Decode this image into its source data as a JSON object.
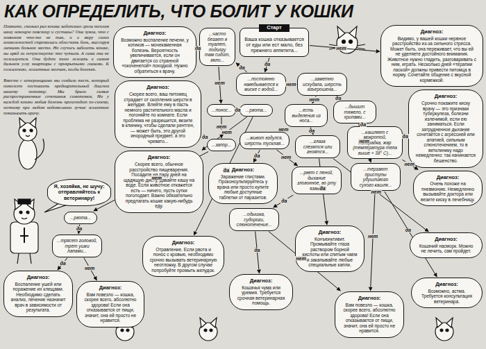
{
  "diagram": {
    "title": "КАК ОПРЕДЕЛИТЬ, ЧТО БОЛИТ У КОШКИ",
    "nodes": [
      {
        "text": [
          "Старт",
          "Ваша кошка отказывается от еды или ест мало, без прежнего аппетита..."
        ]
      },
      {
        "text": [
          "Диагноз:",
          "Возможно воспаление печени, у котиков — мочекаменная болезнь. Вероятность увеличивается, если он двигается со странной «окоченелой» походкой. Нужно обратиться к врачу."
        ]
      },
      {
        "text": [
          "Диагноз:",
          "Видимо, у вашей кошки нервное расстройство из-за сильного стресса. Может быть, она переживает, что вы ей не уделяете достойного внимания. Животное нужно гладить, разговаривать с ним, играть. Несколько дней «терапии лаской» должны привести питомца в норму. Сочетайте общение с вкусной кормежкой."
        ]
      },
      {
        "text": [
          "...часто бегает в туалет, подолгу там сидит, вяло..."
        ]
      },
      {
        "text": [
          "...постоянно наведывается к миске с водой..."
        ]
      },
      {
        "text": [
          "...заметно исхудала, шерсть взъерошена..."
        ]
      },
      {
        "text": [
          "...есть выделения из носа..."
        ]
      },
      {
        "text": [
          "...дышит тяжело, с хрипами..."
        ]
      },
      {
        "text": [
          "Диагноз:",
          "Скорее всего, ваш питомец страдает от скопления шерсти в желудке. Влейте ему в пасть немного растительного масла и погоняйте по комнате. Если проблема не разрешится, везите в клинику, чтобы сделали рентген, — может быть, это другой инородный предмет, а это чревато..."
        ]
      },
      {
        "text": [
          "...понос..."
        ]
      },
      {
        "text": [
          "...рвота..."
        ]
      },
      {
        "text": [
          "...кашляет с мокротой, лихорадка, жар (температура тела выше + 38° С)..."
        ]
      },
      {
        "text": [
          "Диагноз:",
          "Срочно покажите киску врачу — это признаки туберкулеза, болезни излечимой, если ею заниматься. Если затрудненное дыхание сочетается с агрессией или апатией, сильным слюнотечением, то в ветклинику надо немедленно: так начинается бешенство."
        ]
      },
      {
        "text": [
          "...живот вздулся, шерсть тусклая..."
        ]
      },
      {
        "text": [
          "...глаза слезятся или гноятся..."
        ]
      },
      {
        "text": [
          "...запор..."
        ]
      },
      {
        "text": [
          "...терзают приступы удушливого сухого кашля..."
        ]
      },
      {
        "text": [
          "Диагноз:",
          "Скорее всего, обычное расстройство пищеварения. Посадите на пару дней на щадящую диету, давайте кашу на воде. Если животное откажется есть — ничего, пусть сутки поголодает. Важно обязательно предлагать кошке какую-нибудь еду."
        ]
      },
      {
        "text": [
          "Диагноз:",
          "Заражение глистами. Проконсультируйтесь у врача или просто купите любые доступные таблетки от паразитов."
        ]
      },
      {
        "text": [
          "...рвет с пеной, дыхание зловонное, во рту язвы..."
        ]
      },
      {
        "text": [
          "Диагноз:",
          "Очень похоже на пневмонию. Немедленно вызывайте доктора или везите киску в лечебницу."
        ]
      },
      {
        "text": [
          "Я, хозяйка, не шучу: отправляйтесь к ветеринару!"
        ]
      },
      {
        "text": [
          "...рвота..."
        ]
      },
      {
        "text": [
          "...трясет головой, трет ушки лапами..."
        ]
      },
      {
        "text": [
          "Диагноз:",
          "Воспаление ушей или поражение их клещами. Необходимо сделать анализ, лечение назначит врач в зависимости от результата."
        ]
      },
      {
        "text": [
          "Диагноз:",
          "Вам повезло — кошка, скорее всего, абсолютно здорова! Если она отказывается от пищи, значит, она ей просто не нравится."
        ]
      },
      {
        "text": [
          "...одышка, судороги, слюнотечение..."
        ]
      },
      {
        "text": [
          "Диагноз:",
          "Отравление. Если рвота и понос с кровью, необходимо срочно вызывать ветеринарную неотложку. В другом случае попробуйте промыть желудок."
        ]
      },
      {
        "text": [
          "Диагноз:",
          "Кошачья чума или уремия. Требуется срочная ветеринарная помощь."
        ]
      },
      {
        "text": [
          "Диагноз:",
          "Конъюнктивит. Промывайте глаза раствором борной кислоты или спитым чаем и закапывайте любые специальные капли."
        ]
      },
      {
        "text": [
          "Диагноз:",
          "Вам повезло — кошка, скорее всего, абсолютно здорова! Если она отказывается от пищи, значит, она ей просто не нравится."
        ]
      },
      {
        "text": [
          "Диагноз:",
          "Кошачий насморк. Можно не лечить, сам пройдет."
        ]
      },
      {
        "text": [
          "Диагноз:",
          "Возможно, астма. Требуется консультация ветеринара."
        ]
      }
    ],
    "edges": [
      {
        "from": 0,
        "to": 4,
        "arrow": "to",
        "label": "да"
      },
      {
        "from": 0,
        "to": 2,
        "arrow": "to",
        "label": "нет"
      },
      {
        "from": 4,
        "to": 3,
        "arrow": "to",
        "label": "да"
      },
      {
        "from": 4,
        "to": 5,
        "arrow": "to",
        "label": "нет"
      },
      {
        "from": 3,
        "to": 1,
        "arrow": "to",
        "label": "да"
      },
      {
        "from": 3,
        "to": 9,
        "arrow": "to",
        "label": "нет"
      },
      {
        "from": 5,
        "to": 7,
        "arrow": "to",
        "label": "да"
      },
      {
        "from": 5,
        "to": 6,
        "arrow": "to",
        "label": "нет"
      },
      {
        "from": 7,
        "to": 11,
        "arrow": "to",
        "label": "да"
      },
      {
        "from": 7,
        "to": 16,
        "arrow": "to",
        "label": "нет"
      },
      {
        "from": 11,
        "to": 12,
        "arrow": "to",
        "label": "да"
      },
      {
        "from": 11,
        "to": 20,
        "arrow": "to",
        "label": "нет"
      },
      {
        "from": 6,
        "to": 14,
        "arrow": "to",
        "label": "да"
      },
      {
        "from": 6,
        "to": 13,
        "arrow": "to",
        "label": "нет"
      },
      {
        "from": 14,
        "to": 29,
        "arrow": "to",
        "label": "да"
      },
      {
        "from": 14,
        "to": 31,
        "arrow": "to",
        "label": "нет"
      },
      {
        "from": 16,
        "to": 32,
        "arrow": "to",
        "label": "да"
      },
      {
        "from": 16,
        "to": 30,
        "arrow": "to",
        "label": "нет"
      },
      {
        "from": 9,
        "to": 10,
        "arrow": "to",
        "label": "да"
      },
      {
        "from": 9,
        "to": 15,
        "arrow": "to",
        "label": "нет"
      },
      {
        "from": 10,
        "to": 27,
        "arrow": "to",
        "label": "да"
      },
      {
        "from": 10,
        "to": 17,
        "arrow": "to",
        "label": "нет"
      },
      {
        "from": 15,
        "to": 8,
        "arrow": "to",
        "label": "да"
      },
      {
        "from": 15,
        "to": 22,
        "arrow": "to",
        "label": "нет"
      },
      {
        "from": 13,
        "to": 18,
        "arrow": "to",
        "label": "да"
      },
      {
        "from": 13,
        "to": 19,
        "arrow": "to",
        "label": "нет"
      },
      {
        "from": 19,
        "to": 26,
        "arrow": "to",
        "label": "да"
      },
      {
        "from": 26,
        "to": 28,
        "arrow": "to",
        "label": "да"
      },
      {
        "from": 26,
        "to": 30,
        "arrow": "to",
        "label": "нет"
      },
      {
        "from": 22,
        "to": 23,
        "arrow": "to",
        "label": "да"
      },
      {
        "from": 23,
        "to": 24,
        "arrow": "to",
        "label": "да"
      },
      {
        "from": 23,
        "to": 25,
        "arrow": "to",
        "label": "нет"
      }
    ],
    "labels": [
      "Помните, сколько раз кошка заботливо грела теплом вашу ноющую поясницу и суставы? Она чуяла, что с хозяином что-то не так, и в меру своих возможностей стремилась облегчить боль, массируя лапками больное место. Но случись заболеть кошке, вы вряд ли почувствуете это чутьем. А сама она не пожалуется. Она будет тихо лежать в самом дальнем углу квартиры с прикрытыми глазами. К сожалению, животные молчат, когда болеют.",
      "Вместе с ветеринарами мы создали тест, который поможет поставить предварительный диагноз вашему питомцу. Мы брали самые распространенные сочетания симптомов. Но у каждой кошки любая болезнь происходит по-своему, поэтому при любом недомогании лучше животное показывать врачу."
    ]
  }
}
